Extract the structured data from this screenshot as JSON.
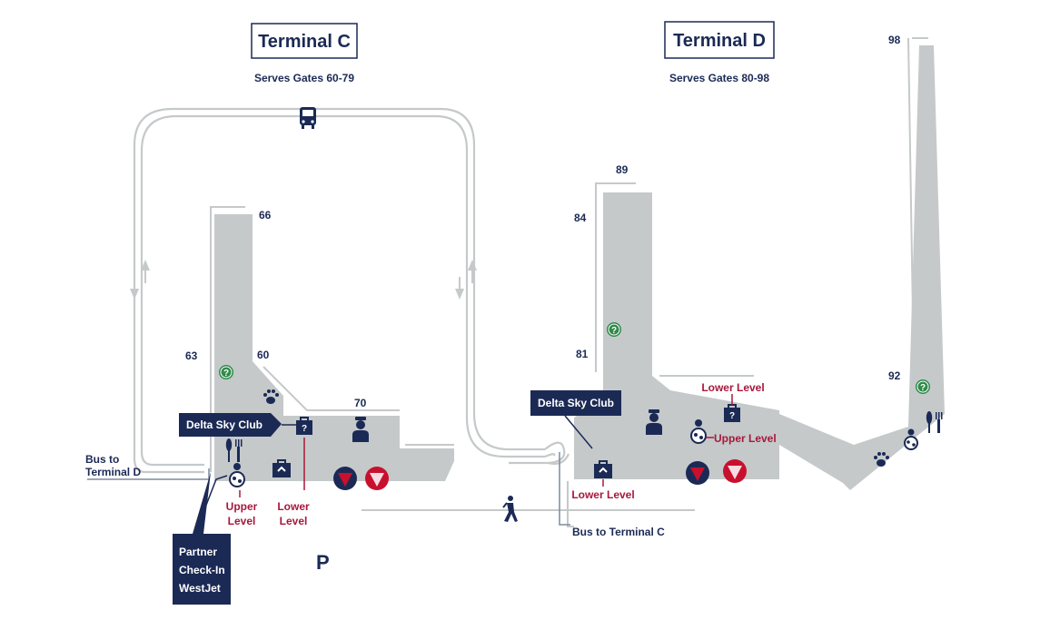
{
  "terminals": {
    "c": {
      "title": "Terminal C",
      "subtitle": "Serves Gates 60-79"
    },
    "d": {
      "title": "Terminal D",
      "subtitle": "Serves Gates 80-98"
    }
  },
  "gates": {
    "g66": "66",
    "g63": "63",
    "g60": "60",
    "g70": "70",
    "g89": "89",
    "g84": "84",
    "g81": "81",
    "g98": "98",
    "g92": "92"
  },
  "labels": {
    "bus_to_d_line1": "Bus to",
    "bus_to_d_line2": "Terminal D",
    "bus_to_c": "Bus to Terminal C",
    "sky_club_c": "Delta Sky Club",
    "sky_club_d": "Delta Sky Club",
    "upper_level_c_line1": "Upper",
    "upper_level_c_line2": "Level",
    "lower_level_c_line1": "Lower",
    "lower_level_c_line2": "Level",
    "lower_level_d_bottom": "Lower Level",
    "lower_level_d_top": "Lower Level",
    "upper_level_d": "Upper Level",
    "partner_line1": "Partner",
    "partner_line2": "Check-In",
    "partner_line3": "WestJet",
    "parking": "P"
  },
  "info_icon_glyph": "?",
  "colors": {
    "navy": "#1b2a55",
    "red": "#a8183b",
    "concourse_gray": "#c5c9ca",
    "info_green": "#2f8a4a"
  },
  "icons": [
    "bus-icon",
    "info-icon",
    "pet-relief-icon",
    "restaurant-icon",
    "family-restroom-icon",
    "baggage-icon",
    "lost-found-icon",
    "security-icon",
    "delta-logo-icon",
    "walking-person-icon"
  ]
}
